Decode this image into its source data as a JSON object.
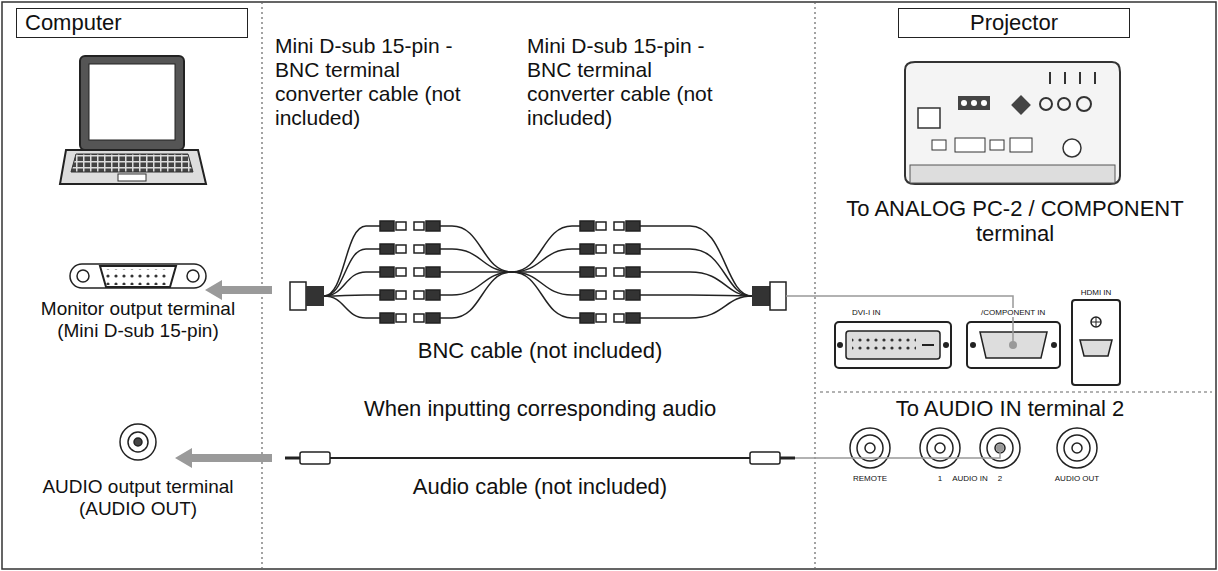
{
  "diagram": {
    "nodes": [
      {
        "text": [
          "Computer"
        ]
      },
      {
        "text": [
          "Projector"
        ]
      }
    ],
    "labels": [
      "Mini D-sub 15-pin - BNC terminal converter cable (not included)",
      "Mini D-sub 15-pin - BNC terminal converter cable (not included)",
      "To ANALOG PC-2 / COMPONENT terminal",
      "Monitor output terminal (Mini D-sub 15-pin)",
      "BNC cable (not included)",
      "When inputting corresponding audio",
      "To AUDIO IN terminal 2",
      "AUDIO output terminal (AUDIO OUT)",
      "Audio cable (not included)",
      "DVI-I IN",
      "/COMPONENT IN",
      "HDMI IN",
      "REMOTE",
      "1",
      "AUDIO IN",
      "2",
      "AUDIO OUT"
    ]
  }
}
